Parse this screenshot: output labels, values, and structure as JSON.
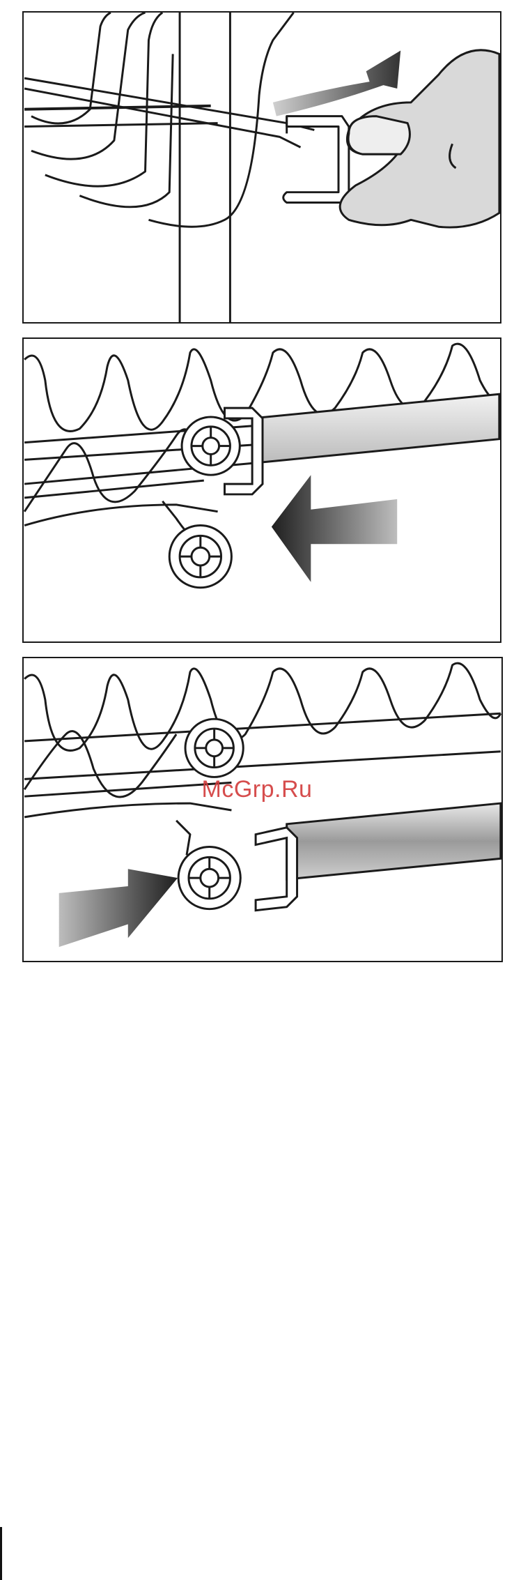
{
  "watermark": {
    "text": "McGrp.Ru"
  },
  "figures": [
    {
      "id": "step-1",
      "icons": [
        "wire-rack",
        "rail-clip",
        "hand",
        "curved-arrow"
      ]
    },
    {
      "id": "step-2",
      "icons": [
        "wire-rack",
        "roller-wheel",
        "rail-stop",
        "left-arrow"
      ]
    },
    {
      "id": "step-3",
      "icons": [
        "wire-rack",
        "roller-wheel",
        "rail",
        "right-arrow"
      ]
    }
  ],
  "colors": {
    "line": "#1a1a1a",
    "fill": "#ffffff",
    "arrow_dark": "#2a2a2a",
    "arrow_light": "#bdbdbd",
    "hand": "#d9d9d9",
    "watermark": "#d23a3a"
  }
}
